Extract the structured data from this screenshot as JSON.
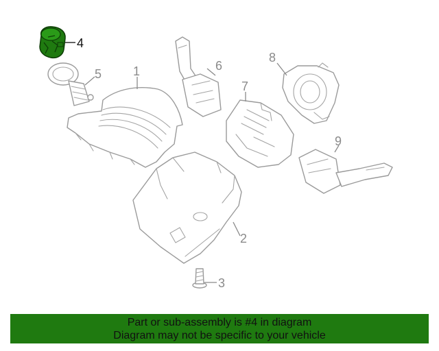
{
  "diagram": {
    "callouts": {
      "c1": "1",
      "c2": "2",
      "c3": "3",
      "c4": "4",
      "c5": "5",
      "c6": "6",
      "c7": "7",
      "c8": "8",
      "c9": "9"
    },
    "highlighted_part": "4",
    "highlight_color": "#1f7a10",
    "line_color": "#9a9a9a"
  },
  "banner": {
    "line1": "Part or sub-assembly is #4 in diagram",
    "line2": "Diagram may not be specific to your vehicle",
    "background": "#1f7a10"
  }
}
